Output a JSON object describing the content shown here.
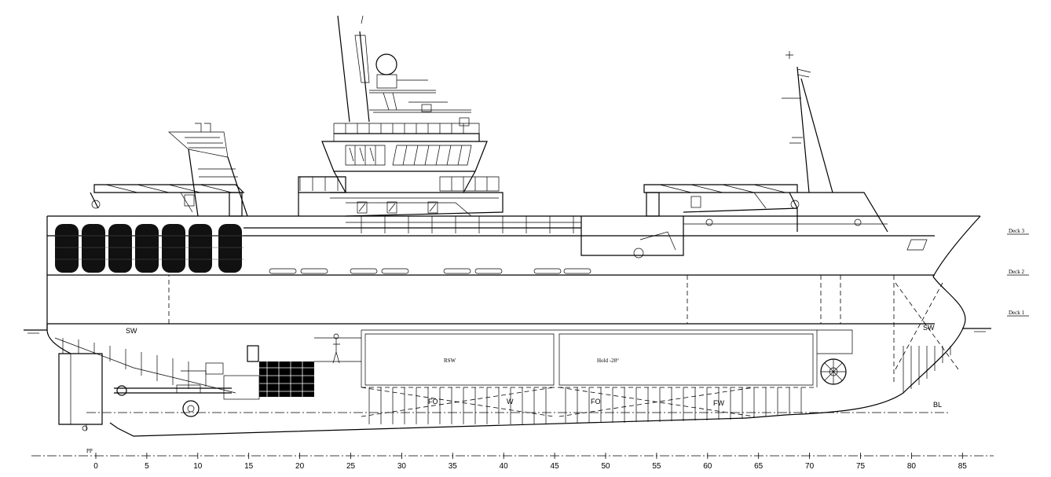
{
  "labels": {
    "deck_3": "Deck 3",
    "deck_2": "Deck 2",
    "deck_1": "Deck 1",
    "sw": "SW",
    "bl": "BL",
    "rsw": "RSW",
    "hold": "Hold -28°",
    "fo_1": "FO",
    "fo_2": "FO",
    "fw": "FW",
    "water": "W",
    "pp": "PP"
  },
  "frame_scale": [
    "0",
    "5",
    "10",
    "15",
    "20",
    "25",
    "30",
    "35",
    "40",
    "45",
    "50",
    "55",
    "60",
    "65",
    "70",
    "75",
    "80",
    "85"
  ]
}
